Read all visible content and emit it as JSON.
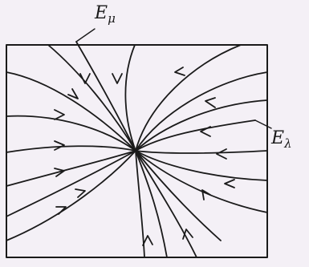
{
  "labels": {
    "e_mu": {
      "letter": "E",
      "subscript": "μ"
    },
    "e_lambda": {
      "letter": "E",
      "subscript": "λ"
    }
  },
  "colors": {
    "ink": "#1a1a1a",
    "paper": "#f4f0f6"
  }
}
